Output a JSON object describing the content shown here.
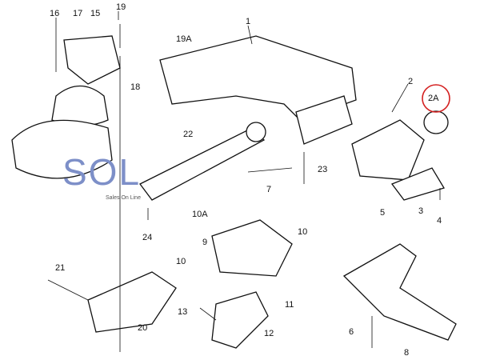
{
  "diagram": {
    "labels": [
      "16",
      "17",
      "15",
      "19",
      "19A",
      "1",
      "18",
      "2",
      "2A",
      "22",
      "23",
      "7",
      "24",
      "10A",
      "9",
      "10",
      "10",
      "5",
      "3",
      "4",
      "21",
      "11",
      "13",
      "20",
      "12",
      "6",
      "8"
    ],
    "highlight_label": "2A",
    "highlight_color": "#d42020"
  },
  "logo": {
    "text": "SOL",
    "subtitle": "Sales On Line"
  }
}
